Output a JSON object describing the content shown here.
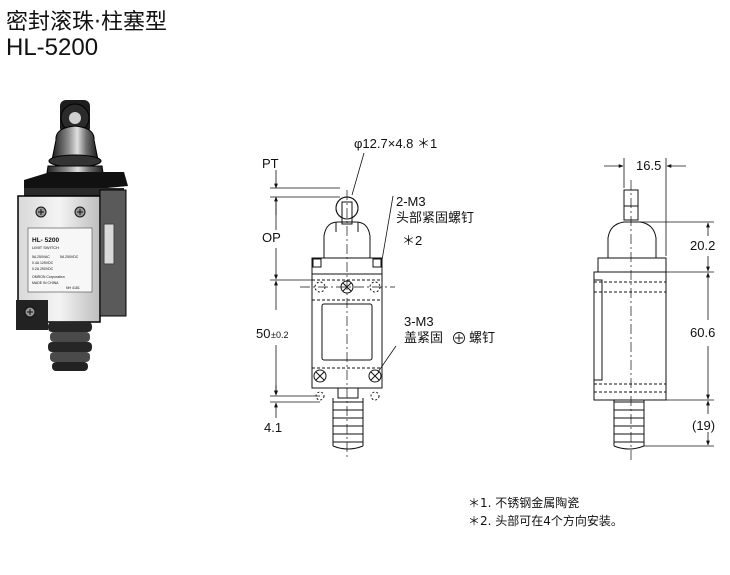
{
  "header": {
    "title_cn": "密封滚珠·柱塞型",
    "model": "HL-5200"
  },
  "photo": {
    "plate": [
      "HL- 5200",
      "LIMIT SWITCH",
      "5A 250VAC",
      "5A 250VDC",
      "0.4A 125VDC",
      "0.2A 250VDC",
      "OMRON Corporation",
      "MADE IN CHINA",
      "NH 4181"
    ]
  },
  "front_view": {
    "roller_dim": "φ12.7×4.8 ＊1",
    "pt": "PT",
    "op": "OP",
    "dim_50": "50",
    "tol": "±0.2",
    "dim_4_1": "4.1",
    "screw1_name": "2-M3",
    "screw1_desc": "头部紧固螺钉",
    "screw1_note": "＊2",
    "screw2_name": "3-M3",
    "screw2_desc_a": "盖紧固",
    "screw2_desc_b": "螺钉"
  },
  "side_view": {
    "dim_16_5": "16.5",
    "dim_20_2": "20.2",
    "dim_60_6": "60.6",
    "dim_19": "(19)"
  },
  "notes": {
    "n1": "＊1. 不锈钢金属陶瓷",
    "n2": "＊2. 头部可在4个方向安装。"
  }
}
